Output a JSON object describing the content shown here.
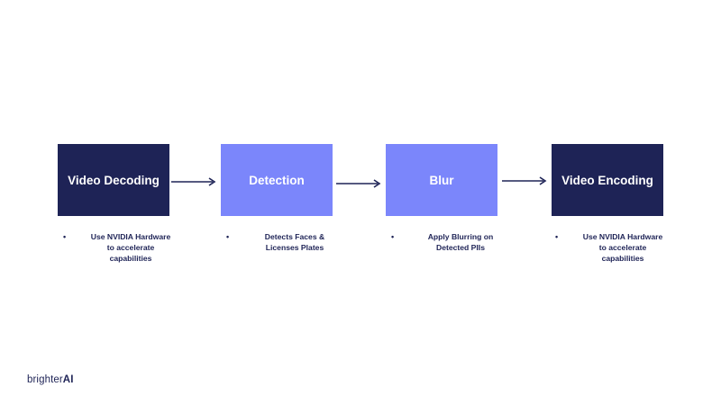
{
  "steps": [
    {
      "label": "Video Decoding",
      "bullet": "Use NVIDIA Hardware to accelerate capabilities"
    },
    {
      "label": "Detection",
      "bullet": "Detects Faces & Licenses Plates"
    },
    {
      "label": "Blur",
      "bullet": "Apply Blurring on Detected PIIs"
    },
    {
      "label": "Video Encoding",
      "bullet": "Use NVIDIA Hardware to accelerate capabilities"
    }
  ],
  "bullet_marker": "•",
  "logo": {
    "part1": "brighter",
    "part2": "AI"
  },
  "colors": {
    "dark": "#1e2356",
    "light": "#7b86fb",
    "arrow": "#1e2356"
  }
}
